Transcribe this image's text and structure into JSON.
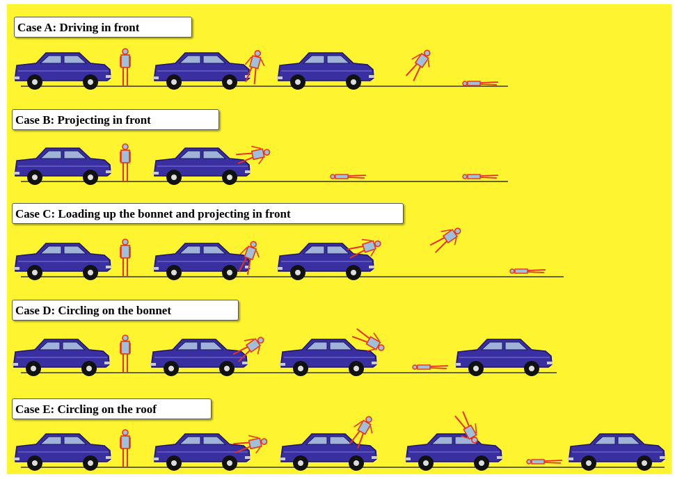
{
  "colors": {
    "background": "#fef430",
    "car_body": "#3a2fa0",
    "car_window": "#9fb2d8",
    "pedestrian": "#e8311f",
    "pedestrian_fill": "#9fc0d8",
    "ground": "#333333"
  },
  "cases": [
    {
      "id": "A",
      "label": "Case A: Driving in front"
    },
    {
      "id": "B",
      "label": "Case B: Projecting in front"
    },
    {
      "id": "C",
      "label": "Case C: Loading up the bonnet and projecting in front"
    },
    {
      "id": "D",
      "label": "Case D: Circling on the bonnet"
    },
    {
      "id": "E",
      "label": "Case E: Circling on the roof"
    }
  ]
}
